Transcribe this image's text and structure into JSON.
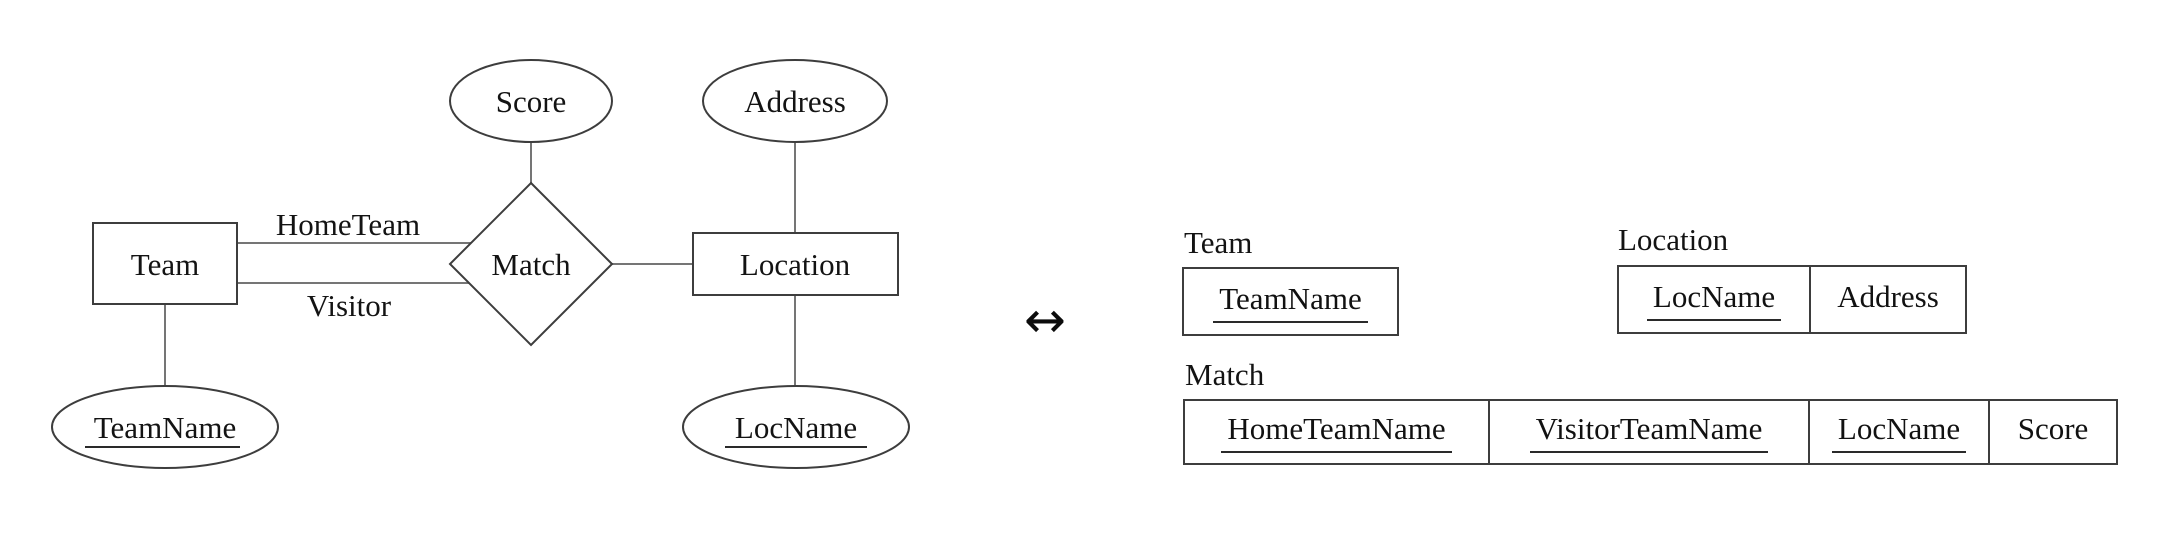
{
  "er_diagram": {
    "entities": {
      "team": "Team",
      "location": "Location"
    },
    "relationship": "Match",
    "attributes": {
      "score": "Score",
      "address": "Address",
      "team_name": "TeamName",
      "loc_name": "LocName"
    },
    "edge_labels": {
      "home_team": "HomeTeam",
      "visitor": "Visitor"
    }
  },
  "mapping": {
    "arrow": "↔"
  },
  "schema": {
    "team": {
      "title": "Team",
      "columns": [
        {
          "name": "TeamName",
          "key": true
        }
      ]
    },
    "location": {
      "title": "Location",
      "columns": [
        {
          "name": "LocName",
          "key": true
        },
        {
          "name": "Address",
          "key": false
        }
      ]
    },
    "match": {
      "title": "Match",
      "columns": [
        {
          "name": "HomeTeamName",
          "key": true
        },
        {
          "name": "VisitorTeamName",
          "key": true
        },
        {
          "name": "LocName",
          "key": true
        },
        {
          "name": "Score",
          "key": false
        }
      ]
    }
  }
}
